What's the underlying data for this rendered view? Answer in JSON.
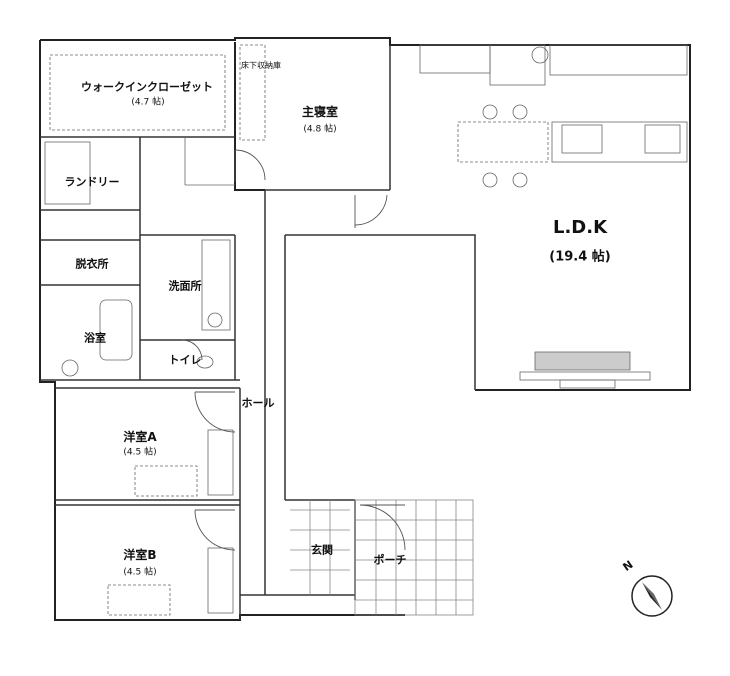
{
  "rooms": {
    "walk_in_closet": {
      "name": "ウォークインクローゼット",
      "area": "(4.7 帖)"
    },
    "floor_storage": {
      "name": "床下収納庫"
    },
    "master_bedroom": {
      "name": "主寝室",
      "area": "(4.8 帖)"
    },
    "ldk": {
      "name": "L.D.K",
      "area": "(19.4 帖)"
    },
    "laundry": {
      "name": "ランドリー"
    },
    "dressing": {
      "name": "脱衣所"
    },
    "washroom": {
      "name": "洗面所"
    },
    "bath": {
      "name": "浴室"
    },
    "toilet": {
      "name": "トイレ"
    },
    "hall": {
      "name": "ホール"
    },
    "western_a": {
      "name": "洋室A",
      "area": "(4.5 帖)"
    },
    "western_b": {
      "name": "洋室B",
      "area": "(4.5 帖)"
    },
    "entrance": {
      "name": "玄関"
    },
    "porch": {
      "name": "ポーチ"
    }
  },
  "compass": {
    "label": "N"
  },
  "colors": {
    "wall": "#222222",
    "line": "#555555",
    "fill": "#ffffff"
  }
}
